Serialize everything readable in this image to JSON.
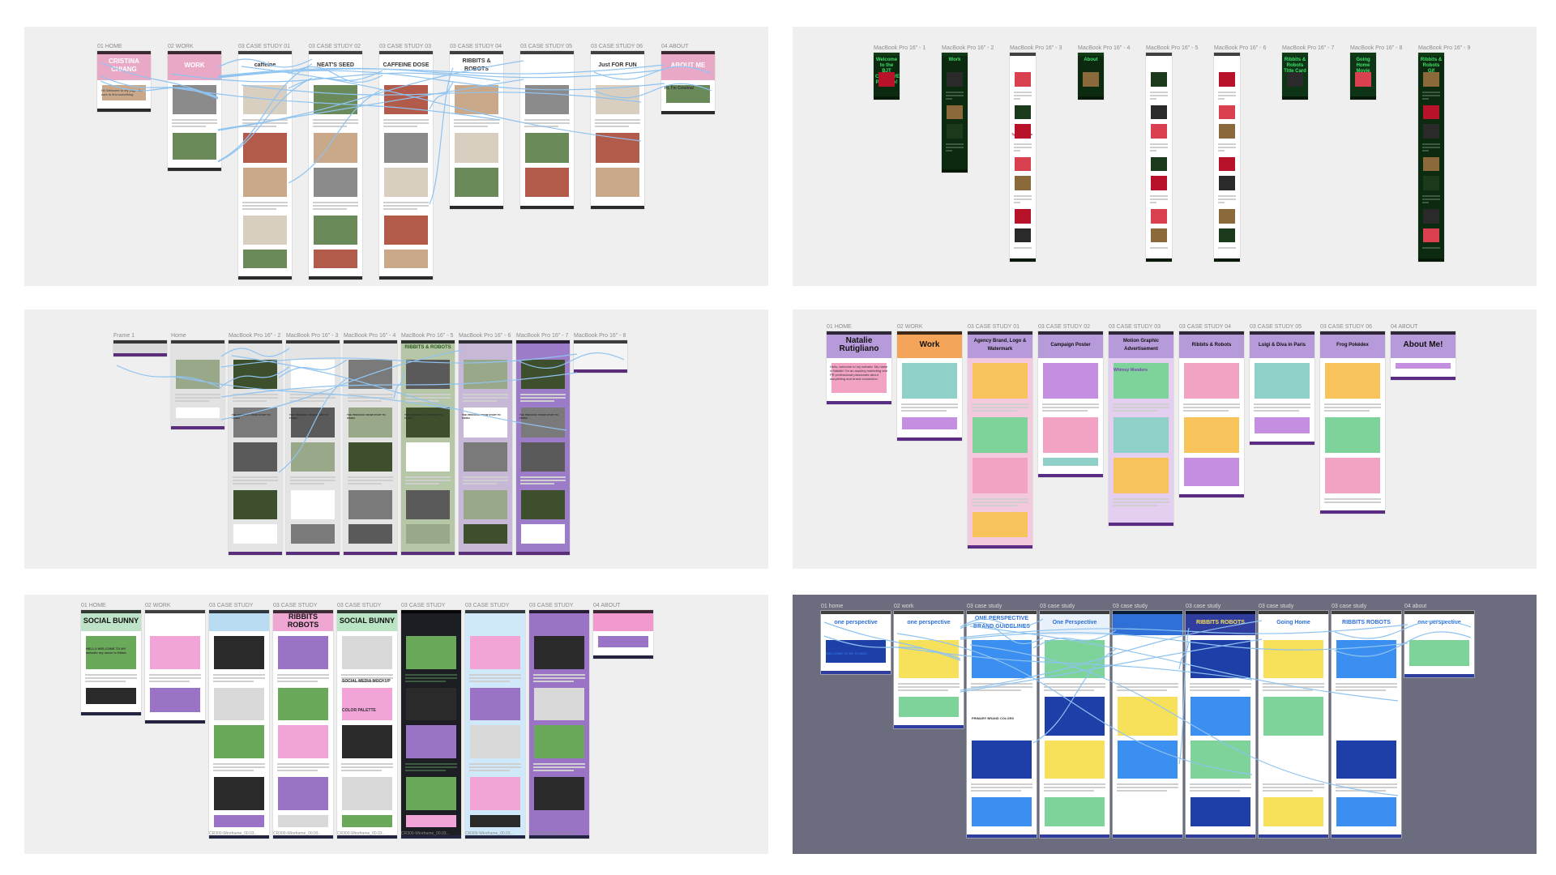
{
  "panels": [
    {
      "id": "p1",
      "theme": "light",
      "frames": [
        {
          "label": "01 HOME",
          "title": "CRISTINA CHIANG"
        },
        {
          "label": "02 WORK",
          "title": "WORK"
        },
        {
          "label": "03 CASE STUDY 01",
          "title": "caffeine"
        },
        {
          "label": "03 CASE STUDY 02",
          "title": "NEAT'S SEED"
        },
        {
          "label": "03 CASE STUDY 03",
          "title": "CAFFEINE DOSE"
        },
        {
          "label": "03 CASE STUDY 04",
          "title": "RIBBITS & ROBOTS"
        },
        {
          "label": "03 CASE STUDY 05",
          "title": ""
        },
        {
          "label": "03 CASE STUDY 06",
          "title": "Just FOR FUN"
        },
        {
          "label": "04 ABOUT",
          "title": "ABOUT ME"
        }
      ],
      "texts": {
        "home_welcome": "Hi! Welcome to my page. Be sure to find something",
        "about_heading": "Hi, I'm Cristina!"
      }
    },
    {
      "id": "p2",
      "theme": "light",
      "frames": [
        {
          "label": "MacBook Pro 16\" - 1",
          "title": "Welcome to the BJT CREATIVE Portfolio!"
        },
        {
          "label": "MacBook Pro 16\" - 2",
          "title": "Work"
        },
        {
          "label": "MacBook Pro 16\" - 3",
          "title": ""
        },
        {
          "label": "MacBook Pro 16\" - 4",
          "title": "About"
        },
        {
          "label": "MacBook Pro 16\" - 5",
          "title": ""
        },
        {
          "label": "MacBook Pro 16\" - 6",
          "title": ""
        },
        {
          "label": "MacBook Pro 16\" - 7",
          "title": "Ribbits & Robots Title Card"
        },
        {
          "label": "MacBook Pro 16\" - 8",
          "title": "Going Home Movie Poster"
        },
        {
          "label": "MacBook Pro 16\" - 9",
          "title": "Ribbits & Robots Gif"
        }
      ],
      "texts": {
        "character_name": "Tyrannid toys"
      }
    },
    {
      "id": "p3",
      "theme": "light",
      "frames": [
        {
          "label": "Frame 1",
          "title": ""
        },
        {
          "label": "Home",
          "title": ""
        },
        {
          "label": "MacBook Pro 16\" - 2",
          "title": ""
        },
        {
          "label": "MacBook Pro 16\" - 3",
          "title": ""
        },
        {
          "label": "MacBook Pro 16\" - 4",
          "title": ""
        },
        {
          "label": "MacBook Pro 16\" - 5",
          "title": "RIBBITS & ROBOTS"
        },
        {
          "label": "MacBook Pro 16\" - 6",
          "title": ""
        },
        {
          "label": "MacBook Pro 16\" - 7",
          "title": ""
        },
        {
          "label": "MacBook Pro 16\" - 8",
          "title": ""
        }
      ],
      "texts": {
        "process_heading": "THE PROCESS: FROM START TO FINISH"
      }
    },
    {
      "id": "p4",
      "theme": "light",
      "frames": [
        {
          "label": "01 HOME",
          "title": "Natalie Rutigliano"
        },
        {
          "label": "02 WORK",
          "title": "Work"
        },
        {
          "label": "03 CASE STUDY 01",
          "title": "Agency Brand, Logo & Watermark"
        },
        {
          "label": "03 CASE STUDY 02",
          "title": "Campaign Poster"
        },
        {
          "label": "03 CASE STUDY 03",
          "title": "Motion Graphic Advertisement"
        },
        {
          "label": "03 CASE STUDY 04",
          "title": "Ribbits & Robots"
        },
        {
          "label": "03 CASE STUDY 05",
          "title": "Luigi & Diva in Paris"
        },
        {
          "label": "03 CASE STUDY 06",
          "title": "Frog Pokédex"
        },
        {
          "label": "04 ABOUT",
          "title": "About Me!"
        }
      ],
      "texts": {
        "home_intro": "Hello, welcome to my website. My name is Natalie! I'm an aspiring marketing and PR professional passionate about storytelling and brand connection.",
        "whimsy": "Whimsy Wonders"
      }
    },
    {
      "id": "p5",
      "theme": "light",
      "frames": [
        {
          "label": "01 HOME",
          "title": "SOCIAL BUNNY"
        },
        {
          "label": "02 WORK",
          "title": ""
        },
        {
          "label": "03 CASE STUDY",
          "title": ""
        },
        {
          "label": "03 CASE STUDY",
          "title": "RIBBITS ROBOTS"
        },
        {
          "label": "03 CASE STUDY",
          "title": "SOCIAL BUNNY"
        },
        {
          "label": "03 CASE STUDY",
          "title": ""
        },
        {
          "label": "03 CASE STUDY",
          "title": ""
        },
        {
          "label": "03 CASE STUDY",
          "title": ""
        },
        {
          "label": "04 ABOUT",
          "title": ""
        }
      ],
      "texts": {
        "hello": "HELLO WELCOME TO MY website my name is Hilma",
        "social_mockup": "SOCIAL MEDIA MOCKUP",
        "color_palette": "COLOR PALETTE",
        "wireframe_name": "CR300-Wireframe_00.03..."
      }
    },
    {
      "id": "p6",
      "theme": "dark",
      "frames": [
        {
          "label": "01 home",
          "title": "one perspective"
        },
        {
          "label": "02 work",
          "title": "one perspective"
        },
        {
          "label": "03 case study",
          "title": "ONE PERSPECTIVE BRAND GUIDELINES"
        },
        {
          "label": "03 case study",
          "title": "One Perspective"
        },
        {
          "label": "03 case study",
          "title": ""
        },
        {
          "label": "03 case study",
          "title": "RIBBITS ROBOTS"
        },
        {
          "label": "03 case study",
          "title": "Going Home"
        },
        {
          "label": "03 case study",
          "title": "RIBBITS ROBOTS"
        },
        {
          "label": "04 about",
          "title": "one perspective"
        }
      ],
      "texts": {
        "welcome": "WELCOME TO MY STUDIO",
        "primary_colors": "PRIMARY BRAND COLORS"
      }
    }
  ],
  "colors": {
    "panel_bg": "#efefef",
    "panel_dark_bg": "#6b6c7d",
    "connector": "#8fc3f0",
    "pink": "#e9a9c6",
    "lavender": "#b79ad9",
    "green_dark": "#0b2a10",
    "sage": "#b5c7a6",
    "violet": "#9c7cc9",
    "orange": "#f5a55a",
    "navy": "#2f3e9e",
    "blue": "#2e6fd8",
    "yellow": "#f7e15a"
  }
}
